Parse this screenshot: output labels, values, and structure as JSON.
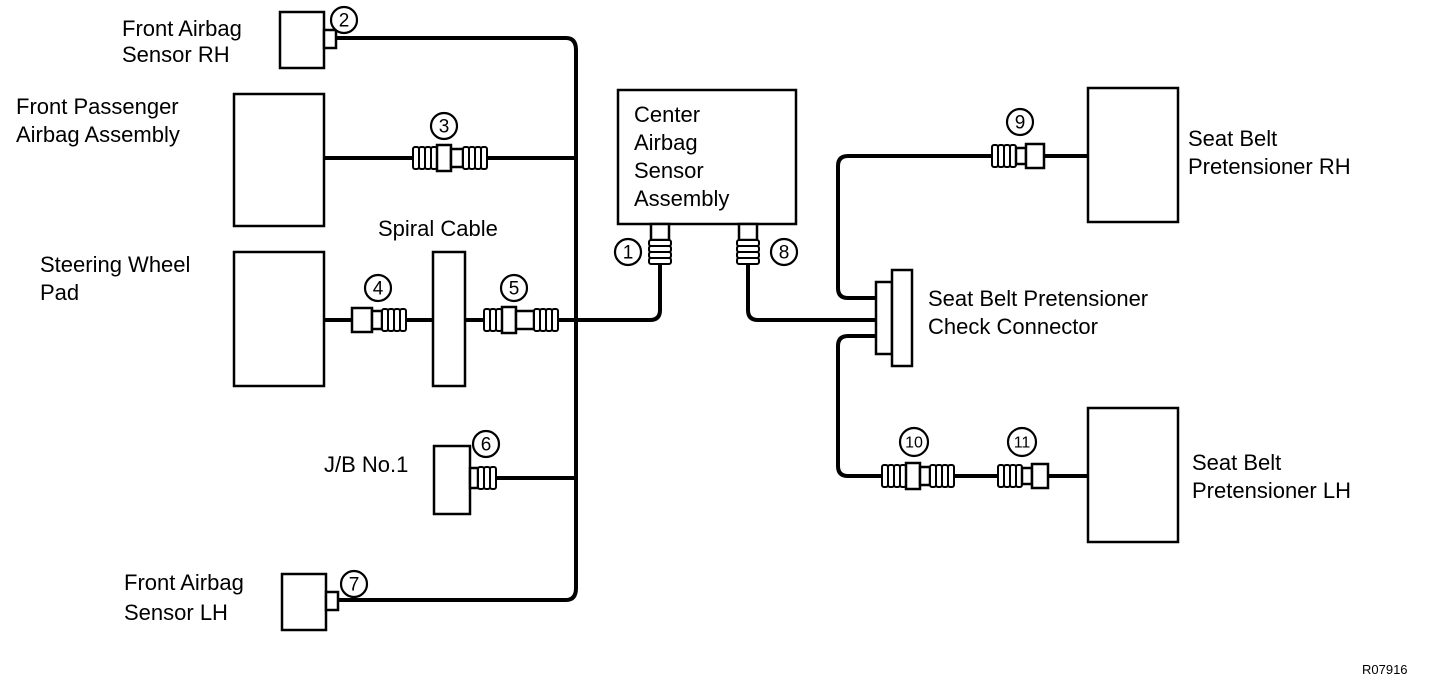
{
  "components": {
    "front_airbag_sensor_rh": [
      "Front Airbag",
      "Sensor RH"
    ],
    "front_passenger_airbag": [
      "Front Passenger",
      "Airbag Assembly"
    ],
    "steering_wheel_pad": [
      "Steering Wheel",
      "Pad"
    ],
    "spiral_cable": [
      "Spiral Cable"
    ],
    "jb_no1": [
      "J/B No.1"
    ],
    "front_airbag_sensor_lh": [
      "Front Airbag",
      "Sensor LH"
    ],
    "center_airbag_sensor": [
      "Center",
      "Airbag",
      "Sensor",
      "Assembly"
    ],
    "seat_belt_pretensioner_rh": [
      "Seat Belt",
      "Pretensioner RH"
    ],
    "pretensioner_check_connector": [
      "Seat Belt Pretensioner",
      "Check Connector"
    ],
    "seat_belt_pretensioner_lh": [
      "Seat Belt",
      "Pretensioner LH"
    ]
  },
  "connectors": [
    "1",
    "2",
    "3",
    "4",
    "5",
    "6",
    "7",
    "8",
    "9",
    "10",
    "11"
  ],
  "figure_code": "R07916",
  "colors": {
    "line": "#000000",
    "background": "#ffffff"
  }
}
